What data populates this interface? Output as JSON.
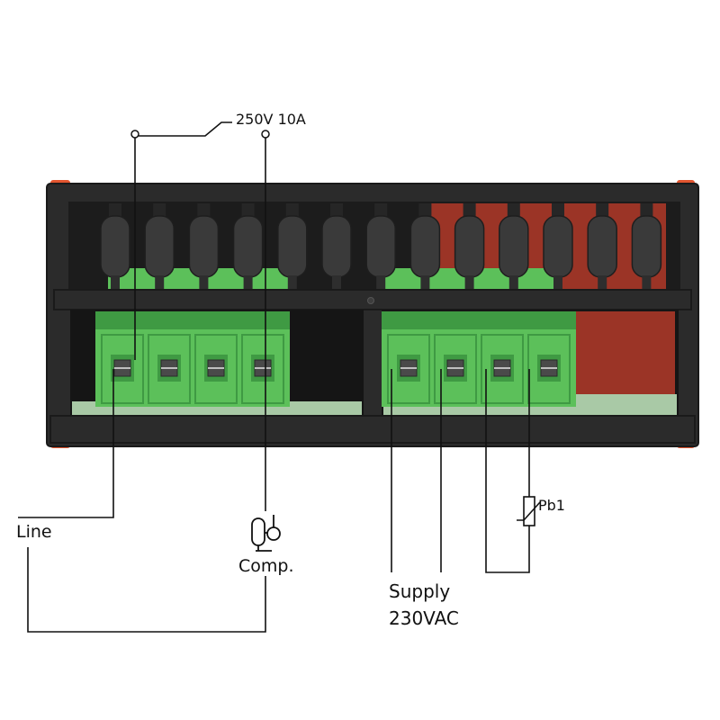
{
  "labels": {
    "relay_rating": "250V 10A",
    "line": "Line",
    "compressor": "Comp.",
    "supply_line1": "Supply",
    "supply_line2": "230VAC",
    "probe": "Pb1"
  },
  "icons": {
    "compressor": "compressor-icon",
    "thermistor": "thermistor-probe-icon",
    "relay_contact": "relay-contact-icon"
  },
  "colors": {
    "housing": "#2b2b2b",
    "housing_edge": "#1a1a1a",
    "terminal_green": "#5cc05a",
    "terminal_green_dark": "#3f9a43",
    "pcb": "#a9c9a6",
    "relay_red": "#9b3426",
    "corner_orange": "#e2552f",
    "wire": "#111111"
  },
  "device": {
    "latch_count": 13,
    "left_terminal_count": 4,
    "right_terminal_count": 4
  }
}
